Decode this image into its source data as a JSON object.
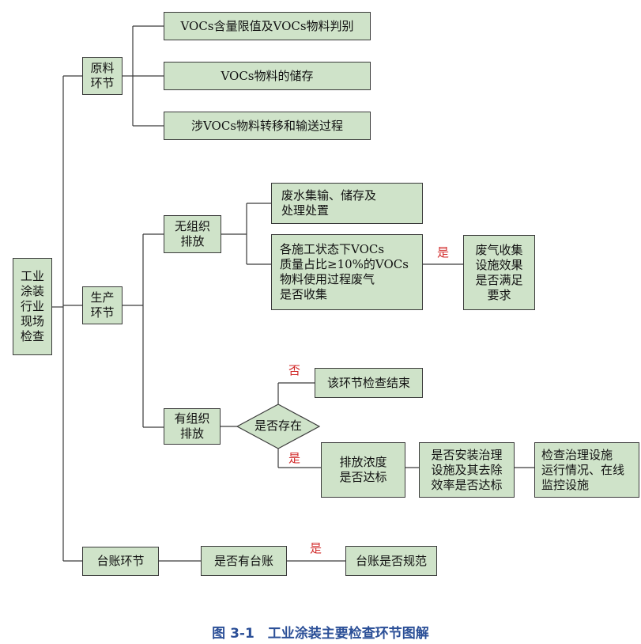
{
  "nodes": {
    "root": "工业\n涂装\n行业\n现场\n检查",
    "raw": "原料\n环节",
    "raw_1": "VOCs含量限值及VOCs物料判别",
    "raw_2": "VOCs物料的储存",
    "raw_3": "涉VOCs物料转移和输送过程",
    "prod": "生产\n环节",
    "unorg": "无组织\n排放",
    "unorg_1": "废水集输、储存及\n处理处置",
    "unorg_2": "各施工状态下VOCs\n质量占比≥10%的VOCs\n物料使用过程废气\n是否收集",
    "unorg_3": "废气收集\n设施效果\n是否满足\n要求",
    "org": "有组织\n排放",
    "decision": "是否存在",
    "end": "该环节检查结束",
    "emit": "排放浓度\n是否达标",
    "facility": "是否安装治理\n设施及其去除\n效率是否达标",
    "check": "检查治理设施\n运行情况、在线\n监控设施",
    "ledger": "台账环节",
    "ledger_1": "是否有台账",
    "ledger_2": "台账是否规范"
  },
  "labels": {
    "yes_1": "是",
    "no": "否",
    "yes_2": "是",
    "yes_3": "是"
  },
  "caption": "图 3-1　工业涂装主要检查环节图解",
  "colors": {
    "box_fill": "#cfe3c9",
    "line": "#3a3a3a",
    "label_red": "#d22a2a",
    "caption_blue": "#2b4f97"
  }
}
